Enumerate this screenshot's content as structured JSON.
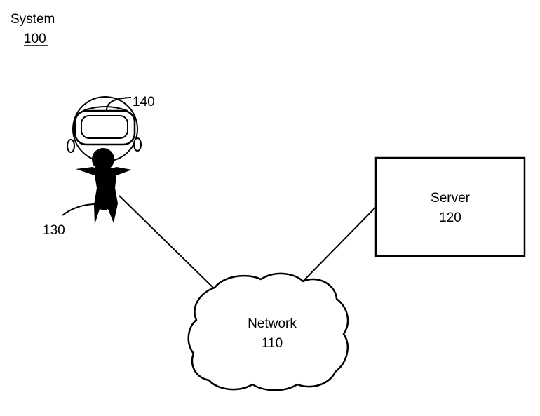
{
  "figure": {
    "title": "System",
    "title_ref": "100"
  },
  "nodes": {
    "server": {
      "label": "Server",
      "ref": "120"
    },
    "network": {
      "label": "Network",
      "ref": "110"
    },
    "user": {
      "ref": "130"
    },
    "headset": {
      "ref": "140"
    }
  },
  "colors": {
    "line": "#000000",
    "background": "#ffffff"
  }
}
